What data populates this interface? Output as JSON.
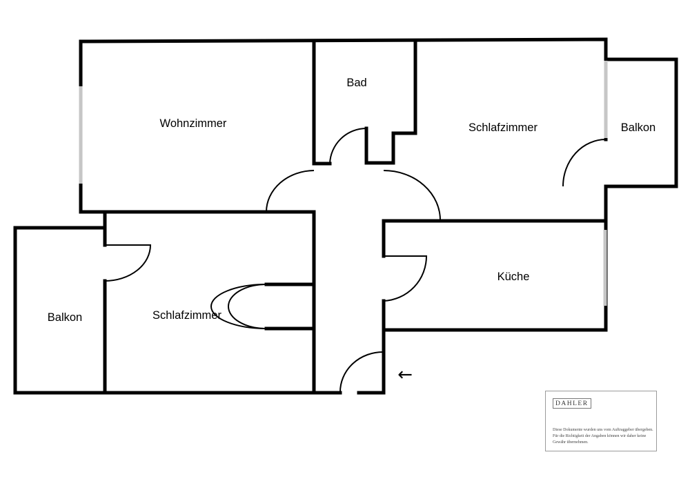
{
  "rooms": {
    "wohnzimmer": "Wohnzimmer",
    "bad": "Bad",
    "schlafzimmer_top": "Schlafzimmer",
    "balkon_right": "Balkon",
    "balkon_left": "Balkon",
    "schlafzimmer_bottom": "Schlafzimmer",
    "kueche": "Küche"
  },
  "entrance_arrow": "←",
  "stamp": {
    "logo": "DAHLER",
    "note": "Diese Dokumente wurden uns vom Auftraggeber übergeben. Für die Richtigkeit der Angaben können wir daher keine Gewähr übernehmen."
  },
  "colors": {
    "wall": "#000000",
    "window": "#c6c6c6"
  }
}
